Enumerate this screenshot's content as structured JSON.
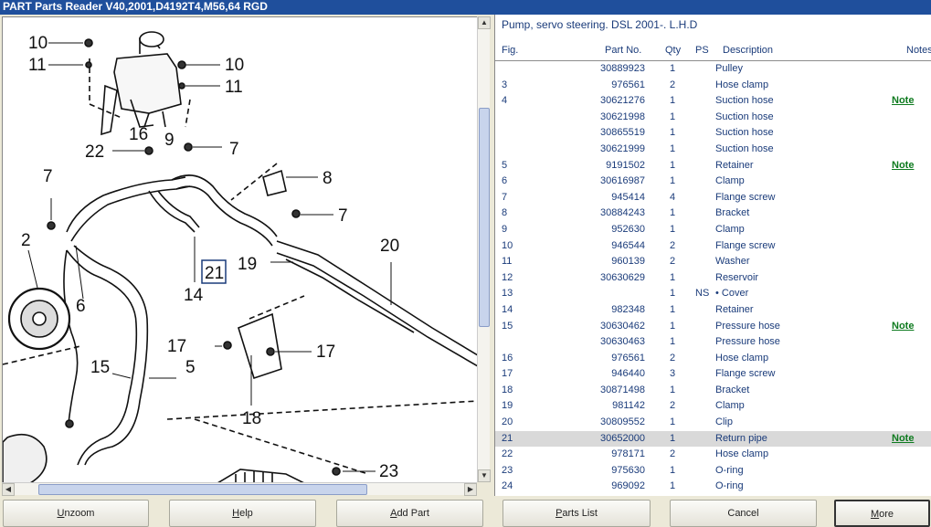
{
  "window": {
    "title": "PART Parts Reader V40,2001,D4192T4,M56,64 RGD"
  },
  "diagram": {
    "callouts": [
      "10",
      "11",
      "10",
      "11",
      "16",
      "22",
      "9",
      "7",
      "8",
      "7",
      "7",
      "2",
      "6",
      "21",
      "14",
      "19",
      "20",
      "17",
      "17",
      "5",
      "15",
      "18",
      "23"
    ]
  },
  "parts": {
    "title": "Pump, servo steering. DSL 2001-. L.H.D",
    "headers": {
      "fig": "Fig.",
      "part": "Part No.",
      "qty": "Qty",
      "ps": "PS",
      "desc": "Description",
      "notes": "Notes"
    },
    "rows": [
      {
        "fig": "",
        "part": "30889923",
        "qty": "1",
        "ps": "",
        "desc": "Pulley",
        "note": ""
      },
      {
        "fig": "3",
        "part": "976561",
        "qty": "2",
        "ps": "",
        "desc": "Hose clamp",
        "note": ""
      },
      {
        "fig": "4",
        "part": "30621276",
        "qty": "1",
        "ps": "",
        "desc": "Suction hose",
        "note": "Note"
      },
      {
        "fig": "",
        "part": "30621998",
        "qty": "1",
        "ps": "",
        "desc": "Suction hose",
        "note": ""
      },
      {
        "fig": "",
        "part": "30865519",
        "qty": "1",
        "ps": "",
        "desc": "Suction hose",
        "note": ""
      },
      {
        "fig": "",
        "part": "30621999",
        "qty": "1",
        "ps": "",
        "desc": "Suction hose",
        "note": ""
      },
      {
        "fig": "5",
        "part": "9191502",
        "qty": "1",
        "ps": "",
        "desc": "Retainer",
        "note": "Note"
      },
      {
        "fig": "6",
        "part": "30616987",
        "qty": "1",
        "ps": "",
        "desc": "Clamp",
        "note": ""
      },
      {
        "fig": "7",
        "part": "945414",
        "qty": "4",
        "ps": "",
        "desc": "Flange screw",
        "note": ""
      },
      {
        "fig": "8",
        "part": "30884243",
        "qty": "1",
        "ps": "",
        "desc": "Bracket",
        "note": ""
      },
      {
        "fig": "9",
        "part": "952630",
        "qty": "1",
        "ps": "",
        "desc": "Clamp",
        "note": ""
      },
      {
        "fig": "10",
        "part": "946544",
        "qty": "2",
        "ps": "",
        "desc": "Flange screw",
        "note": ""
      },
      {
        "fig": "11",
        "part": "960139",
        "qty": "2",
        "ps": "",
        "desc": "Washer",
        "note": ""
      },
      {
        "fig": "12",
        "part": "30630629",
        "qty": "1",
        "ps": "",
        "desc": "Reservoir",
        "note": ""
      },
      {
        "fig": "13",
        "part": "",
        "qty": "1",
        "ps": "NS",
        "desc": "• Cover",
        "note": ""
      },
      {
        "fig": "14",
        "part": "982348",
        "qty": "1",
        "ps": "",
        "desc": "Retainer",
        "note": ""
      },
      {
        "fig": "15",
        "part": "30630462",
        "qty": "1",
        "ps": "",
        "desc": "Pressure hose",
        "note": "Note"
      },
      {
        "fig": "",
        "part": "30630463",
        "qty": "1",
        "ps": "",
        "desc": "Pressure hose",
        "note": ""
      },
      {
        "fig": "16",
        "part": "976561",
        "qty": "2",
        "ps": "",
        "desc": "Hose clamp",
        "note": ""
      },
      {
        "fig": "17",
        "part": "946440",
        "qty": "3",
        "ps": "",
        "desc": "Flange screw",
        "note": ""
      },
      {
        "fig": "18",
        "part": "30871498",
        "qty": "1",
        "ps": "",
        "desc": "Bracket",
        "note": ""
      },
      {
        "fig": "19",
        "part": "981142",
        "qty": "2",
        "ps": "",
        "desc": "Clamp",
        "note": ""
      },
      {
        "fig": "20",
        "part": "30809552",
        "qty": "1",
        "ps": "",
        "desc": "Clip",
        "note": ""
      },
      {
        "fig": "21",
        "part": "30652000",
        "qty": "1",
        "ps": "",
        "desc": "Return pipe",
        "note": "Note",
        "selected": true
      },
      {
        "fig": "22",
        "part": "978171",
        "qty": "2",
        "ps": "",
        "desc": "Hose clamp",
        "note": ""
      },
      {
        "fig": "23",
        "part": "975630",
        "qty": "1",
        "ps": "",
        "desc": "O-ring",
        "note": ""
      },
      {
        "fig": "24",
        "part": "969092",
        "qty": "1",
        "ps": "",
        "desc": "O-ring",
        "note": ""
      }
    ]
  },
  "buttons": {
    "unzoom": {
      "accel": "U",
      "rest": "nzoom"
    },
    "help": {
      "accel": "H",
      "rest": "elp"
    },
    "add_part": {
      "accel": "A",
      "rest": "dd Part"
    },
    "parts_list": {
      "accel": "P",
      "rest": "arts List"
    },
    "cancel": "Cancel",
    "more": {
      "accel": "M",
      "rest": "ore"
    }
  },
  "colors": {
    "titlebar": "#1f4f9c",
    "text_blue": "#1a3b7a",
    "note_green": "#0d7a1e",
    "selected_row": "#d9d9d9"
  }
}
